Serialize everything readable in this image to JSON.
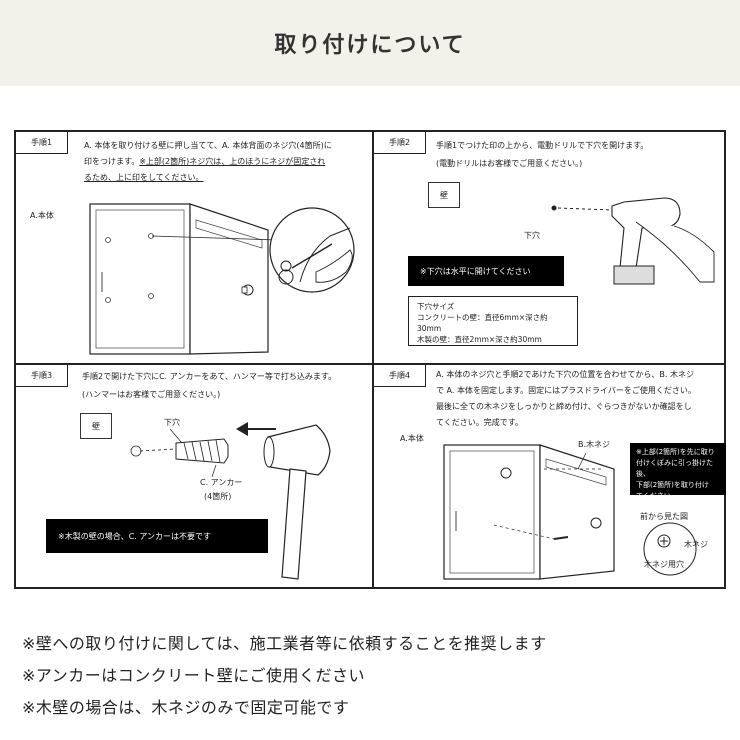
{
  "header": {
    "title": "取り付けについて"
  },
  "steps": {
    "s1": {
      "tag": "手順1",
      "line1": "A. 本体を取り付ける壁に押し当てて、A. 本体背面のネジ穴(4箇所)に",
      "line2a": "印をつけます。",
      "line2b": "※上部(2箇所)ネジ穴は、上のほうにネジが固定され",
      "line3": "るため、上に印をしてください。",
      "body_label": "A.本体"
    },
    "s2": {
      "tag": "手順2",
      "line1": "手順1でつけた印の上から、電動ドリルで下穴を開けます。",
      "line2": "(電動ドリルはお客様でご用意ください。)",
      "wall": "壁",
      "hole_label": "下穴",
      "notice": "※下穴は水平に開けてください",
      "size_title": "下穴サイズ",
      "size_concrete": "コンクリートの壁：直径6mm×深さ約30mm",
      "size_wood": "木製の壁：直径2mm×深さ約30mm"
    },
    "s3": {
      "tag": "手順3",
      "line1": "手順2で開けた下穴にC. アンカーをあて、ハンマー等で打ち込みます。",
      "line2": "(ハンマーはお客様でご用意ください。)",
      "wall": "壁",
      "hole_label": "下穴",
      "anchor_label": "C. アンカー",
      "anchor_count": "(4箇所)",
      "notice": "※木製の壁の場合、C. アンカーは不要です"
    },
    "s4": {
      "tag": "手順4",
      "line1": "A. 本体のネジ穴と手順2であけた下穴の位置を合わせてから、B. 木ネジ",
      "line2": "で A. 本体を固定します。固定にはプラスドライバーをご使用ください。",
      "line3": "最後に全ての木ネジをしっかりと締め付け、ぐらつきがないか確認をし",
      "line4": "てください。完成です。",
      "body_label": "A.本体",
      "screw_label": "B.木ネジ",
      "callout1": "※上部(2箇所)を先に取り",
      "callout2": "付けくぼみに引っ掛けた後、",
      "callout3": "下部(2箇所)を取り付け",
      "callout4": "てください。",
      "front_view": "前から見た図",
      "screw_small": "木ネジ",
      "screw_hole": "木ネジ用穴"
    }
  },
  "footer": {
    "note1": "※壁への取り付けに関しては、施工業者等に依頼することを推奨します",
    "note2": "※アンカーはコンクリート壁にご使用ください",
    "note3": "※木壁の場合は、木ネジのみで固定可能です"
  }
}
